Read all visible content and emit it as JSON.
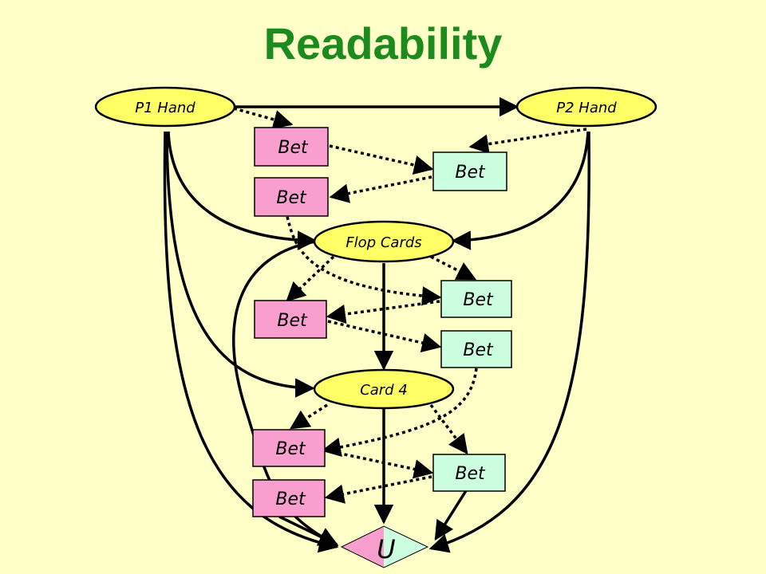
{
  "title": "Readability",
  "colors": {
    "background": "#ffffc8",
    "title": "#1c8a1c",
    "chance_node": "#ffff66",
    "p1_bet": "#f99fcf",
    "p2_bet": "#ccffe0",
    "utility_left": "#f99fcf",
    "utility_right": "#ccffe0",
    "edge": "#000000"
  },
  "nodes": {
    "p1_hand": "P1 Hand",
    "p2_hand": "P2 Hand",
    "flop": "Flop Cards",
    "card4": "Card 4",
    "utility": "U",
    "bets": [
      "Bet",
      "Bet",
      "Bet",
      "Bet",
      "Bet",
      "Bet",
      "Bet",
      "Bet",
      "Bet"
    ]
  }
}
